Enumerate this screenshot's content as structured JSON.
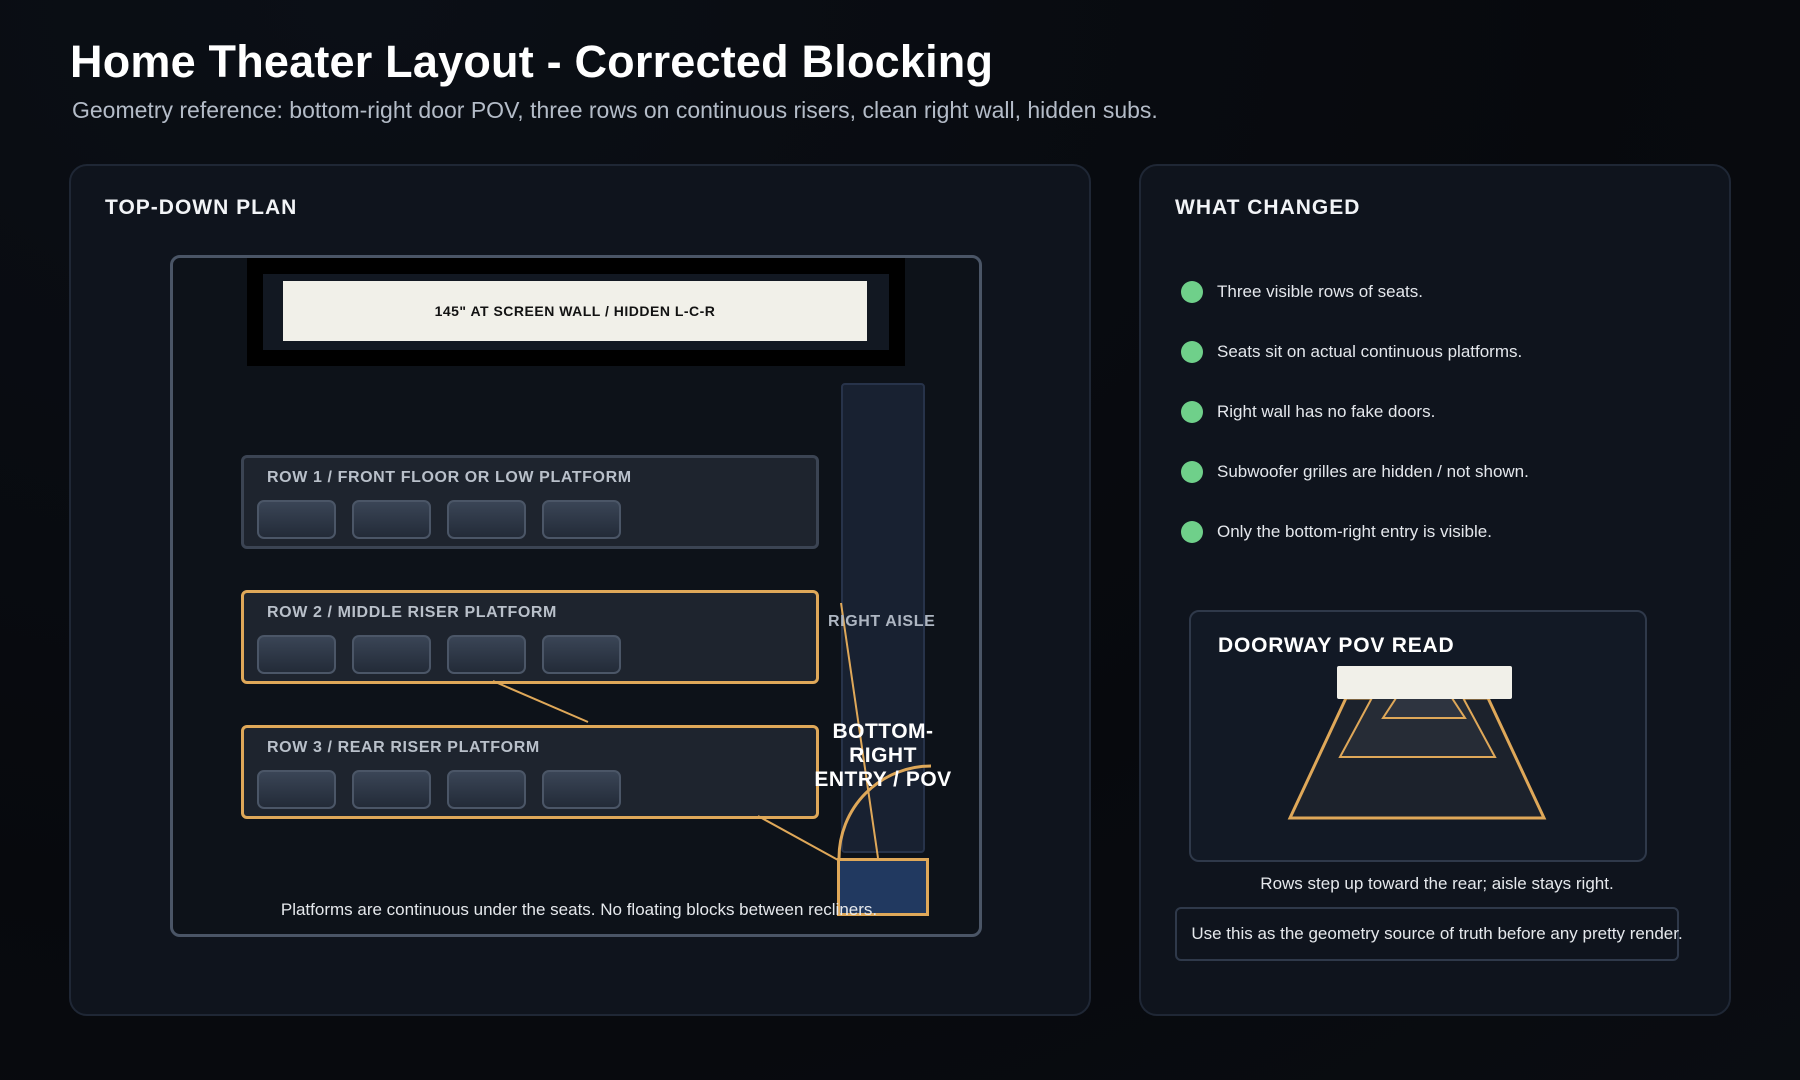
{
  "header": {
    "title": "Home Theater Layout - Corrected Blocking",
    "subtitle": "Geometry reference: bottom-right door POV, three rows on continuous risers, clean right wall, hidden subs."
  },
  "plan": {
    "panel_title": "TOP-DOWN PLAN",
    "screen_label": "145\" AT SCREEN WALL / HIDDEN L-C-R",
    "aisle_label": "RIGHT AISLE",
    "rows": [
      {
        "label": "ROW 1 / FRONT FLOOR OR LOW PLATFORM",
        "seats": 4
      },
      {
        "label": "ROW 2 / MIDDLE RISER PLATFORM",
        "seats": 4
      },
      {
        "label": "ROW 3 / REAR RISER PLATFORM",
        "seats": 4
      }
    ],
    "entry_label_line1": "BOTTOM-RIGHT",
    "entry_label_line2": "ENTRY / POV",
    "note": "Platforms are continuous under the seats. No floating blocks between recliners."
  },
  "changes": {
    "panel_title": "WHAT CHANGED",
    "items": [
      "Three visible rows of seats.",
      "Seats sit on actual continuous platforms.",
      "Right wall has no fake doors.",
      "Subwoofer grilles are hidden / not shown.",
      "Only the bottom-right entry is visible."
    ],
    "pov_title": "DOORWAY POV READ",
    "pov_caption": "Rows step up toward the rear; aisle stays right.",
    "truth_note": "Use this as the geometry source of truth before any pretty render."
  },
  "colors": {
    "accent": "#dfa859",
    "check": "#6fd08a",
    "door_fill": "#213960",
    "screen": "#f1f0e9"
  }
}
